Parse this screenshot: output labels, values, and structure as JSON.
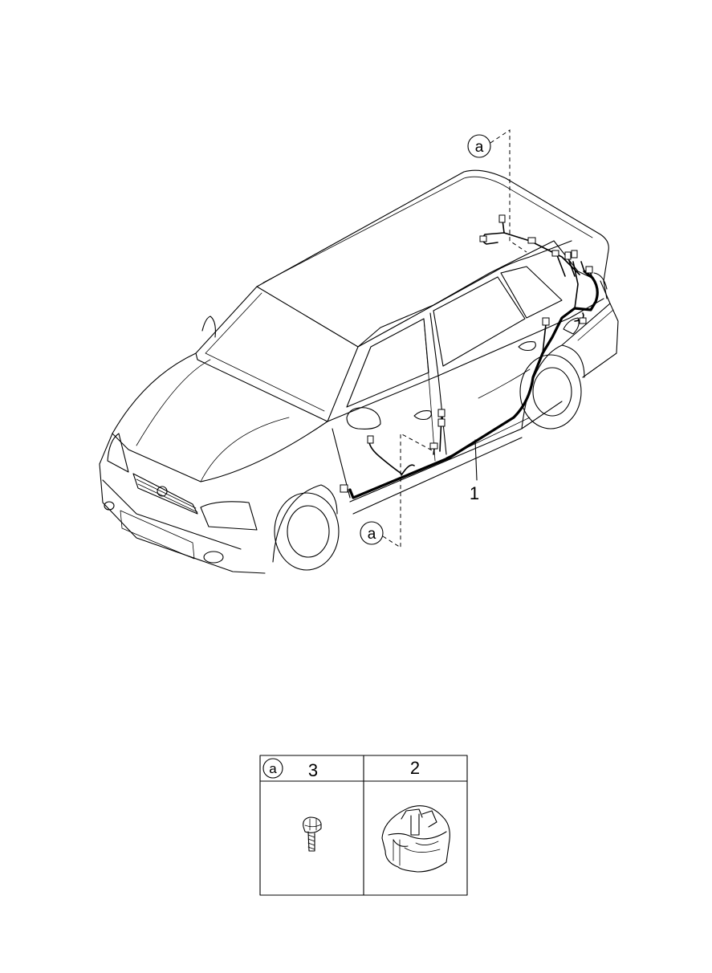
{
  "callouts": {
    "ref_a_top": "a",
    "ref_a_bottom": "a",
    "part_1": "1"
  },
  "table": {
    "ref_circle": "a",
    "columns": [
      {
        "part_no": "3",
        "depicts": "bolt"
      },
      {
        "part_no": "2",
        "depicts": "clip-bracket"
      }
    ]
  }
}
